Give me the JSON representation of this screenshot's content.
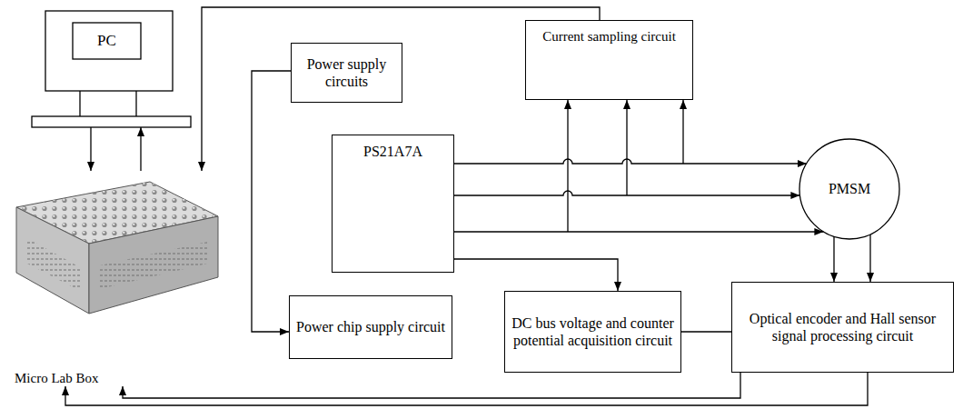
{
  "diagram": {
    "nodes": [
      {
        "text": [
          "PC"
        ]
      },
      {
        "text": [
          "Power supply circuits"
        ]
      },
      {
        "text": [
          "Current sampling circuit"
        ]
      },
      {
        "text": [
          "PS21A7A"
        ]
      },
      {
        "text": [
          "PMSM"
        ]
      },
      {
        "text": [
          "Micro Lab Box"
        ]
      },
      {
        "text": [
          "Power chip supply circuit"
        ]
      },
      {
        "text": [
          "DC bus voltage and counter potential acquisition circuit"
        ]
      },
      {
        "text": [
          "Optical encoder and Hall sensor signal processing circuit"
        ]
      }
    ],
    "edges": [
      {
        "from": 0,
        "to": 5,
        "arrow": "to"
      },
      {
        "from": 5,
        "to": 0,
        "arrow": "to"
      },
      {
        "from": 2,
        "to": 5,
        "arrow": "to"
      },
      {
        "from": 1,
        "to": 6,
        "arrow": "to"
      },
      {
        "from": 3,
        "to": 4,
        "arrow": "to"
      },
      {
        "from": 3,
        "to": 4,
        "arrow": "to"
      },
      {
        "from": 3,
        "to": 4,
        "arrow": "to"
      },
      {
        "from": 3,
        "to": 2,
        "arrow": "to"
      },
      {
        "from": 3,
        "to": 2,
        "arrow": "to"
      },
      {
        "from": 3,
        "to": 2,
        "arrow": "to"
      },
      {
        "from": 3,
        "to": 7,
        "arrow": "to"
      },
      {
        "from": 4,
        "to": 8,
        "arrow": "to"
      },
      {
        "from": 4,
        "to": 8,
        "arrow": "to"
      },
      {
        "from": 7,
        "to": 5,
        "arrow": "to"
      },
      {
        "from": 8,
        "to": 5,
        "arrow": "to"
      }
    ]
  }
}
